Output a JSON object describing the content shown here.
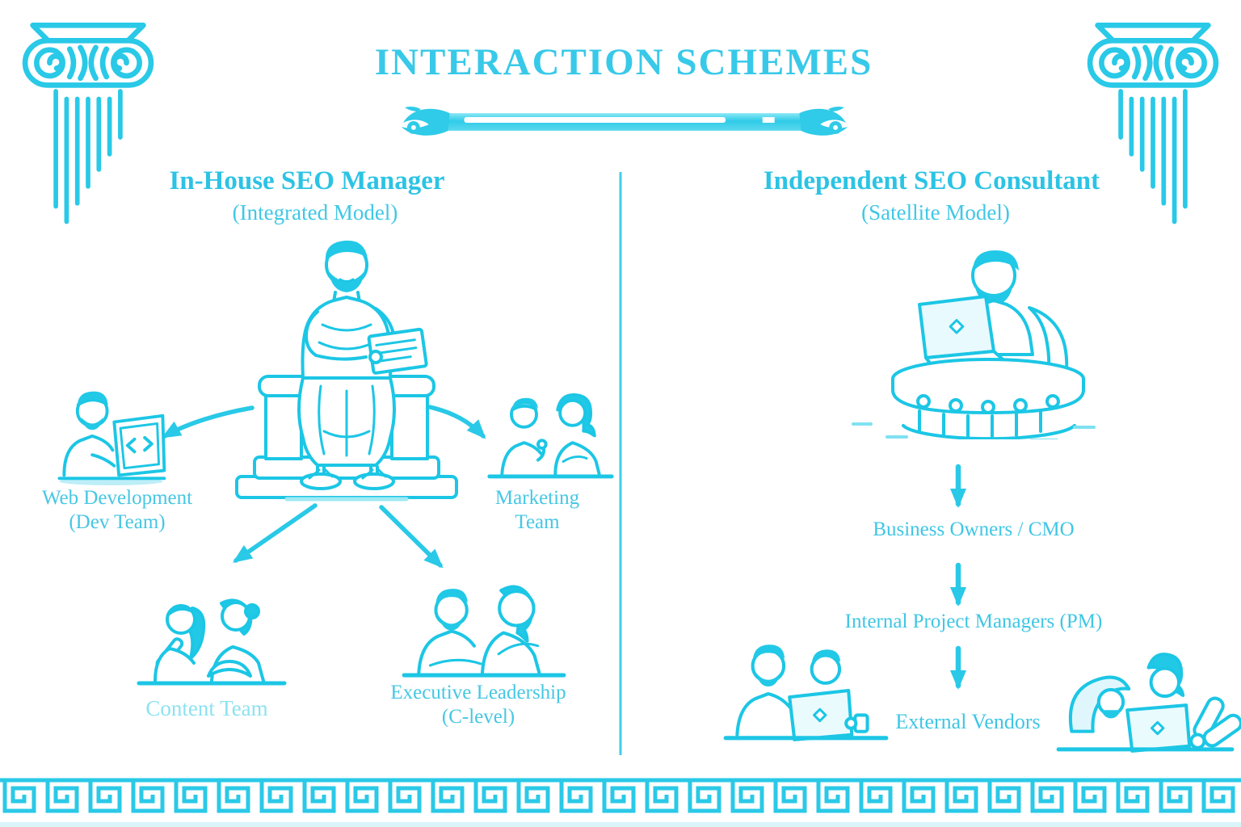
{
  "title": "INTERACTION SCHEMES",
  "left_panel": {
    "heading": "In-House SEO Manager",
    "subheading": "(Integrated Model)",
    "nodes": {
      "web_development": {
        "line1": "Web Development",
        "line2": "(Dev Team)"
      },
      "marketing": {
        "line1": "Marketing",
        "line2": "Team"
      },
      "content": {
        "line1": "Content Team"
      },
      "executive": {
        "line1": "Executive Leadership",
        "line2": "(C-level)"
      }
    }
  },
  "right_panel": {
    "heading": "Independent SEO Consultant",
    "subheading": "(Satellite Model)",
    "flow": [
      {
        "label": "Business Owners / CMO"
      },
      {
        "label": "Internal Project Managers (PM)"
      },
      {
        "label": "External Vendors"
      }
    ]
  },
  "illustrations": {
    "top_left": "ionic-column-icon",
    "top_right": "ionic-column-icon",
    "divider": "scroll-divider-ornament",
    "left_center": "seated-seo-manager-illustration",
    "web_development": "developer-with-laptop-illustration",
    "marketing": "marketing-team-duo-illustration",
    "content": "content-team-duo-illustration",
    "executive": "executive-leadership-duo-illustration",
    "right_center": "consultant-at-table-illustration",
    "vendors_left": "vendor-team-with-laptop-illustration",
    "vendors_right": "vendor-team-with-scrolls-illustration",
    "bottom_border": "greek-key-border"
  },
  "colors": {
    "accent": "#29c9e7",
    "heading_text": "#2cc3e4",
    "label_text": "#46c7e3",
    "light_label_text": "#8ce2f1",
    "background": "#ffffff"
  }
}
